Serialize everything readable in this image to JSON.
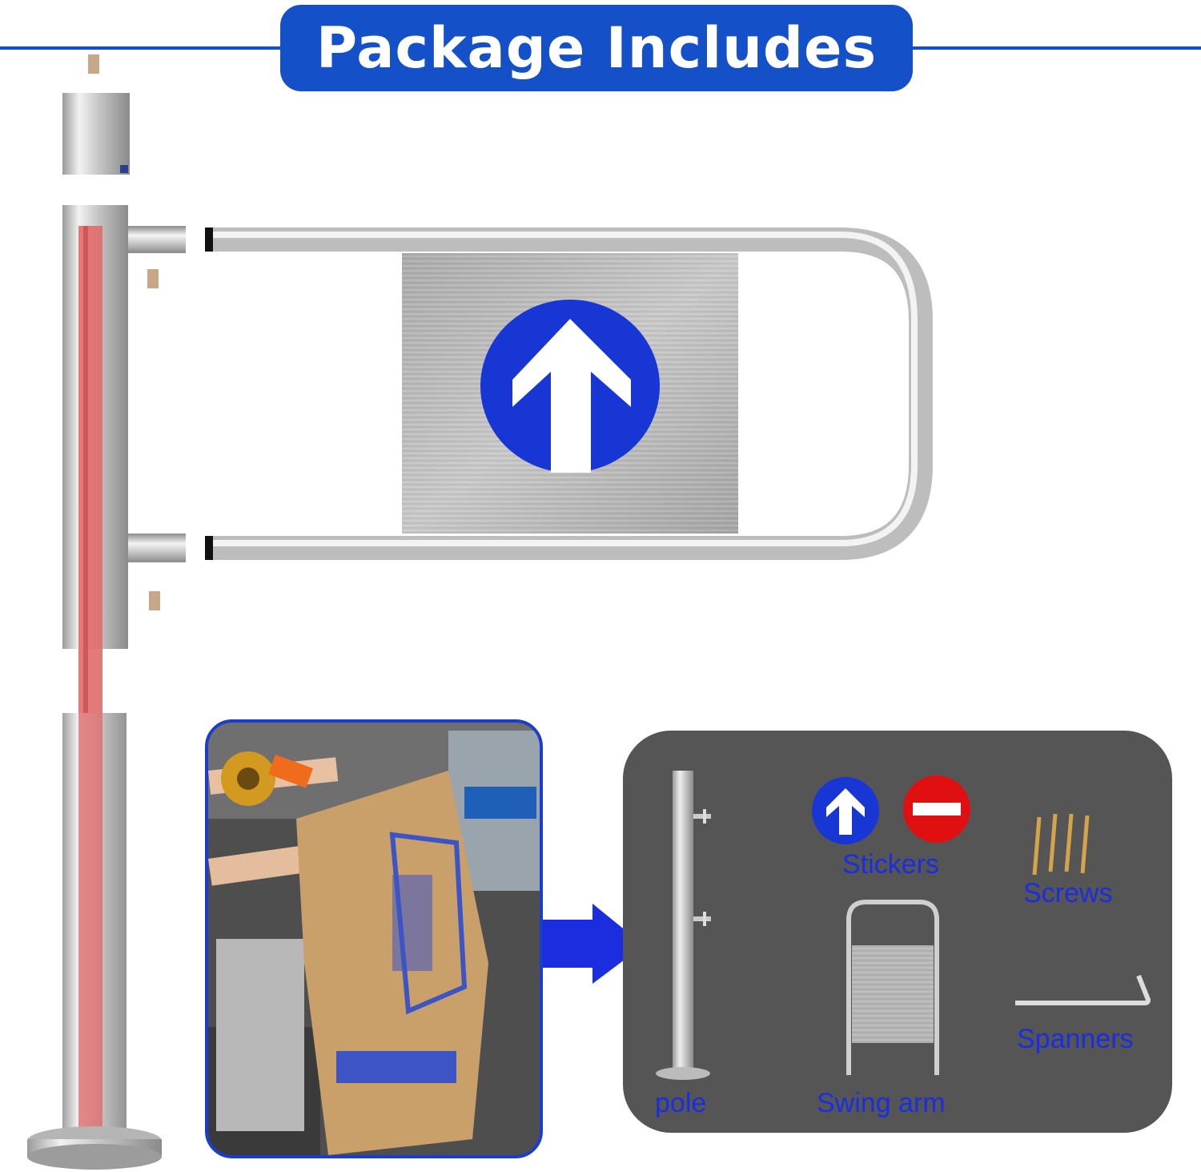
{
  "header": {
    "title": "Package Includes"
  },
  "kit": {
    "items": [
      {
        "id": "pole",
        "label": "pole"
      },
      {
        "id": "stickers",
        "label": "Stickers"
      },
      {
        "id": "screws",
        "label": "Screws"
      },
      {
        "id": "swing-arm",
        "label": "Swing arm"
      },
      {
        "id": "spanners",
        "label": "Spanners"
      }
    ]
  },
  "colors": {
    "brand_blue": "#1450c8",
    "label_blue": "#1a2ee0",
    "panel_gray": "#555555",
    "stop_red": "#e01010",
    "pole_red": "#e06a6a"
  },
  "icons": {
    "entry_sign": "up-arrow-icon",
    "stop_sign": "no-entry-icon",
    "flow_arrow": "right-arrow-icon"
  }
}
